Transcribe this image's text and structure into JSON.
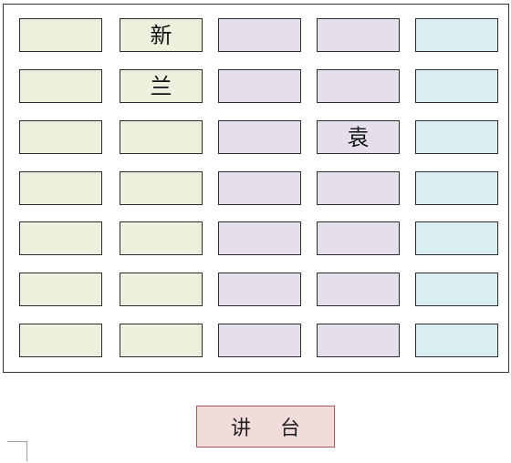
{
  "colors": {
    "col1": "#ebf1dd",
    "col2": "#ebf1dd",
    "col3": "#e5dfec",
    "col4": "#e5dfec",
    "col5": "#dbeef3",
    "podium": "#f2dcdb"
  },
  "grid": {
    "rows": 7,
    "columns": 5
  },
  "labels": [
    {
      "row": 0,
      "col": 1,
      "text": "新"
    },
    {
      "row": 1,
      "col": 1,
      "text": "兰"
    },
    {
      "row": 2,
      "col": 3,
      "text": "袁"
    }
  ],
  "podium": {
    "chars": [
      "讲",
      "台"
    ]
  }
}
